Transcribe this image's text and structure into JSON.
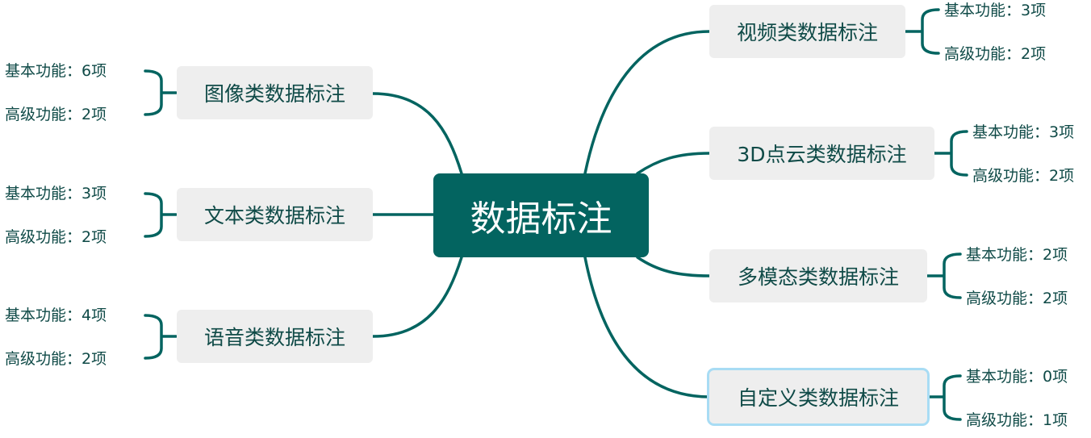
{
  "colors": {
    "accent": "#036460",
    "node_bg": "#eeeeee",
    "text": "#0f4a47",
    "selection": "#a8dcf4"
  },
  "root": {
    "label": "数据标注"
  },
  "left": [
    {
      "label": "图像类数据标注",
      "items": [
        "基本功能：6项",
        "高级功能：2项"
      ]
    },
    {
      "label": "文本类数据标注",
      "items": [
        "基本功能：3项",
        "高级功能：2项"
      ]
    },
    {
      "label": "语音类数据标注",
      "items": [
        "基本功能：4项",
        "高级功能：2项"
      ]
    }
  ],
  "right": [
    {
      "label": "视频类数据标注",
      "items": [
        "基本功能：3项",
        "高级功能：2项"
      ]
    },
    {
      "label": "3D点云类数据标注",
      "items": [
        "基本功能：3项",
        "高级功能：2项"
      ]
    },
    {
      "label": "多模态类数据标注",
      "items": [
        "基本功能：2项",
        "高级功能：2项"
      ]
    },
    {
      "label": "自定义类数据标注",
      "items": [
        "基本功能：0项",
        "高级功能：1项"
      ]
    }
  ]
}
